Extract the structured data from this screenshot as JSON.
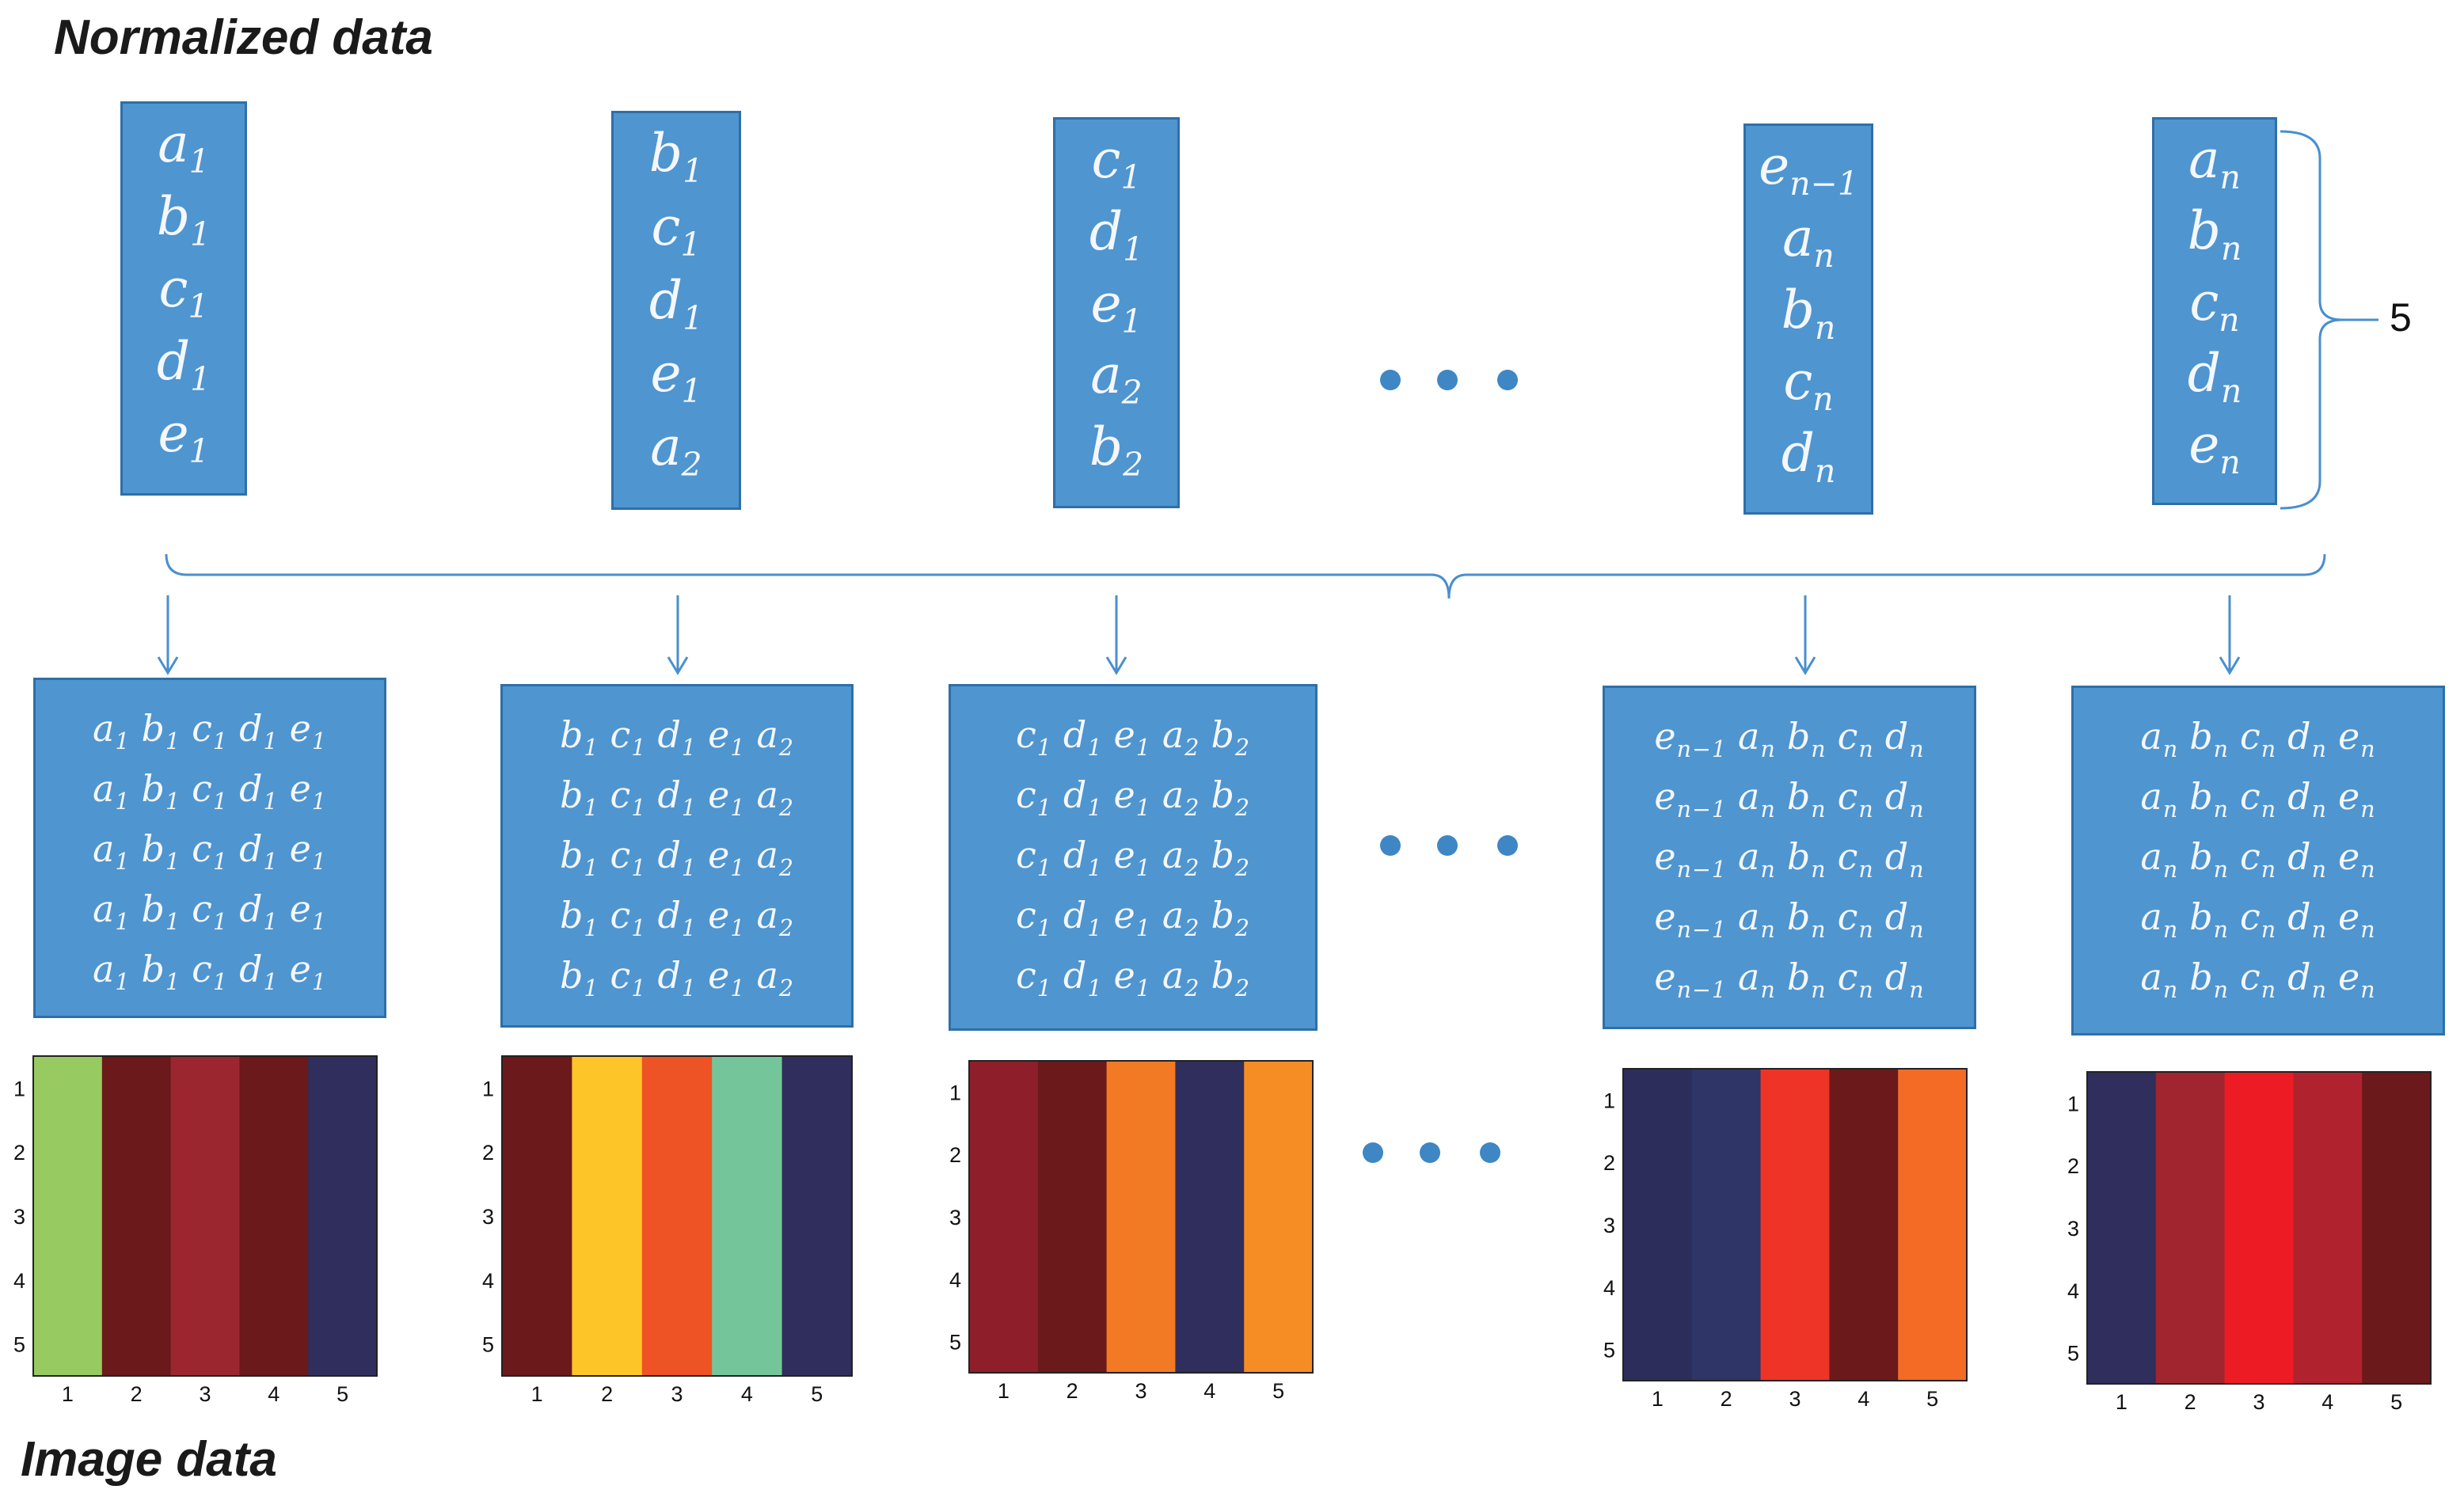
{
  "titles": {
    "top": "Normalized data",
    "bottom": "Image data"
  },
  "brace_label": "5",
  "ellipsis": "• • •",
  "columns": [
    {
      "vector": [
        [
          "a",
          "1"
        ],
        [
          "b",
          "1"
        ],
        [
          "c",
          "1"
        ],
        [
          "d",
          "1"
        ],
        [
          "e",
          "1"
        ]
      ],
      "row": [
        [
          "a",
          "1"
        ],
        [
          "b",
          "1"
        ],
        [
          "c",
          "1"
        ],
        [
          "d",
          "1"
        ],
        [
          "e",
          "1"
        ]
      ],
      "image_colors": [
        "#97cb62",
        "#6b191b",
        "#9c2630",
        "#6b191b",
        "#2f2e5c"
      ]
    },
    {
      "vector": [
        [
          "b",
          "1"
        ],
        [
          "c",
          "1"
        ],
        [
          "d",
          "1"
        ],
        [
          "e",
          "1"
        ],
        [
          "a",
          "2"
        ]
      ],
      "row": [
        [
          "b",
          "1"
        ],
        [
          "c",
          "1"
        ],
        [
          "d",
          "1"
        ],
        [
          "e",
          "1"
        ],
        [
          "a",
          "2"
        ]
      ],
      "image_colors": [
        "#6b191b",
        "#fec528",
        "#ee5325",
        "#74c69a",
        "#2f2e5c"
      ]
    },
    {
      "vector": [
        [
          "c",
          "1"
        ],
        [
          "d",
          "1"
        ],
        [
          "e",
          "1"
        ],
        [
          "a",
          "2"
        ],
        [
          "b",
          "2"
        ]
      ],
      "row": [
        [
          "c",
          "1"
        ],
        [
          "d",
          "1"
        ],
        [
          "e",
          "1"
        ],
        [
          "a",
          "2"
        ],
        [
          "b",
          "2"
        ]
      ],
      "image_colors": [
        "#8e1f2a",
        "#6b191b",
        "#f37a24",
        "#2f2e5c",
        "#f58c24"
      ]
    },
    {
      "vector": [
        [
          "e",
          "n−1"
        ],
        [
          "a",
          "n"
        ],
        [
          "b",
          "n"
        ],
        [
          "c",
          "n"
        ],
        [
          "d",
          "n"
        ]
      ],
      "row": [
        [
          "e",
          "n−1"
        ],
        [
          "a",
          "n"
        ],
        [
          "b",
          "n"
        ],
        [
          "c",
          "n"
        ],
        [
          "d",
          "n"
        ]
      ],
      "image_colors": [
        "#2d2d5b",
        "#2f3566",
        "#ee3427",
        "#6b191b",
        "#f36b25"
      ]
    },
    {
      "vector": [
        [
          "a",
          "n"
        ],
        [
          "b",
          "n"
        ],
        [
          "c",
          "n"
        ],
        [
          "d",
          "n"
        ],
        [
          "e",
          "n"
        ]
      ],
      "row": [
        [
          "a",
          "n"
        ],
        [
          "b",
          "n"
        ],
        [
          "c",
          "n"
        ],
        [
          "d",
          "n"
        ],
        [
          "e",
          "n"
        ]
      ],
      "image_colors": [
        "#2f2e5c",
        "#a0252f",
        "#ed1c24",
        "#b0232e",
        "#6b191b"
      ]
    }
  ],
  "axis_ticks": [
    "1",
    "2",
    "3",
    "4",
    "5"
  ],
  "colors": {
    "box_fill": "#4f95d0",
    "box_border": "#2f6fa8",
    "connector": "#4a8fcf",
    "dots": "#3f86c4"
  }
}
